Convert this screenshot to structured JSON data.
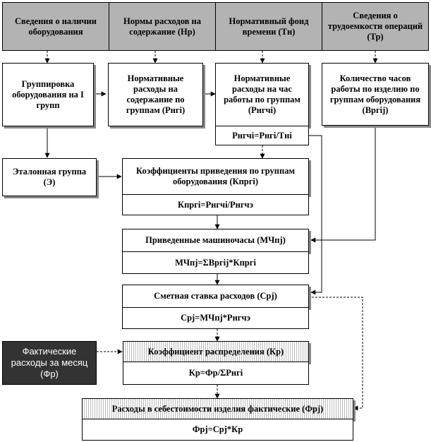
{
  "headers": {
    "equipment_info": "Сведения о наличии оборудования",
    "maintenance_norms": "Нормы расходов на содержание (Нр)",
    "time_fund": "Нормативный фонд времени (Тн)",
    "labor_info": "Сведения о трудоемкости операций (Тр)"
  },
  "row1": {
    "grouping": "Группировка оборудования на I групп",
    "norm_expenses": "Нормативные расходы на содержание по группам (Рнгi)",
    "hourly_expenses": "Нормативные расходы на час работы по группам (Рнгчi)",
    "hourly_formula": "Рнгчi=Рнгi/Тнi",
    "product_hours": "Количество часов работы по изделию по группам оборудования (Вргij)"
  },
  "reference_group": "Эталонная группа (Э)",
  "coefficients": {
    "title": "Коэффициенты приведения по группам оборудования (Кпргi)",
    "formula": "Кпргi=Рнгчi/Рнгчэ"
  },
  "machine_hours": {
    "title": "Приведенные машиночасы (МЧпj)",
    "formula": "МЧпj=ΣВргij*Кпргi"
  },
  "estimate_rate": {
    "title": "Сметная ставка расходов (Срj)",
    "formula": "Срj=МЧпj*Рнгчэ"
  },
  "actual_expenses": "Фактические расходы за месяц (Фр)",
  "distribution": {
    "title": "Коэффициент распределения (Кр)",
    "formula": "Кр=Фр/ΣРнгi"
  },
  "cost": {
    "title": "Расходы в себестоимости изделия фактические (Фрj)",
    "formula": "Фрj=Срj*Кр"
  }
}
